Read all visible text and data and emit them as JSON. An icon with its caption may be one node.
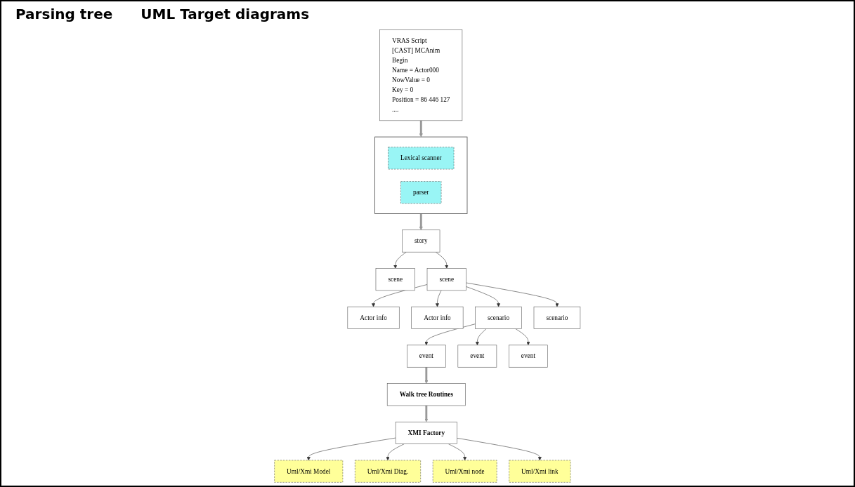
{
  "diagram": {
    "nodes": [
      {
        "text": [
          "VRAS Script",
          "[CAST] MCAnim",
          "Begin",
          "Name = Actor000",
          "NowValue = 0",
          "Key = 0",
          "Position = 86 446 127",
          "...."
        ]
      },
      {
        "text": [],
        "shape": "box"
      },
      {
        "text": [
          "Lexical scanner"
        ],
        "in": 1
      },
      {
        "text": [
          "parser"
        ],
        "in": 1
      },
      {
        "text": [
          "story"
        ]
      },
      {
        "text": [
          "scene"
        ]
      },
      {
        "text": [
          "scene"
        ]
      },
      {
        "text": [
          "Actor info"
        ]
      },
      {
        "text": [
          "Actor info"
        ]
      },
      {
        "text": [
          "scenario"
        ]
      },
      {
        "text": [
          "scenario"
        ]
      },
      {
        "text": [
          "event"
        ]
      },
      {
        "text": [
          "event"
        ]
      },
      {
        "text": [
          "event"
        ]
      },
      {
        "text": [
          "Walk tree Routines"
        ]
      },
      {
        "text": [
          "XMI Factory"
        ]
      },
      {
        "text": [
          "Uml/Xmi Model"
        ]
      },
      {
        "text": [
          "Uml/Xmi Diag."
        ]
      },
      {
        "text": [
          "Uml/Xmi node"
        ]
      },
      {
        "text": [
          "Uml/Xmi link"
        ]
      }
    ],
    "edges": [
      {
        "from": 0,
        "to": 1,
        "arrow": "to",
        "style": "thick",
        "color": "#999999"
      },
      {
        "from": 1,
        "to": 4,
        "arrow": "to",
        "style": "thick",
        "color": "#999999"
      },
      {
        "from": 4,
        "to": 5,
        "arrow": "to"
      },
      {
        "from": 4,
        "to": 6,
        "arrow": "to"
      },
      {
        "from": 6,
        "to": 7,
        "arrow": "to"
      },
      {
        "from": 6,
        "to": 8,
        "arrow": "to"
      },
      {
        "from": 6,
        "to": 9,
        "arrow": "to"
      },
      {
        "from": 6,
        "to": 10,
        "arrow": "to"
      },
      {
        "from": 9,
        "to": 11,
        "arrow": "to"
      },
      {
        "from": 9,
        "to": 12,
        "arrow": "to"
      },
      {
        "from": 9,
        "to": 13,
        "arrow": "to"
      },
      {
        "from": 11,
        "to": 14,
        "arrow": "to",
        "style": "thick",
        "color": "#999999"
      },
      {
        "from": 14,
        "to": 15,
        "arrow": "to",
        "style": "thick",
        "color": "#999999"
      },
      {
        "from": 15,
        "to": 16,
        "arrow": "to"
      },
      {
        "from": 15,
        "to": 17,
        "arrow": "to"
      },
      {
        "from": 15,
        "to": 18,
        "arrow": "to"
      },
      {
        "from": 15,
        "to": 19,
        "arrow": "to"
      }
    ],
    "labels": [
      "Parsing tree",
      "UML Target diagrams"
    ]
  }
}
